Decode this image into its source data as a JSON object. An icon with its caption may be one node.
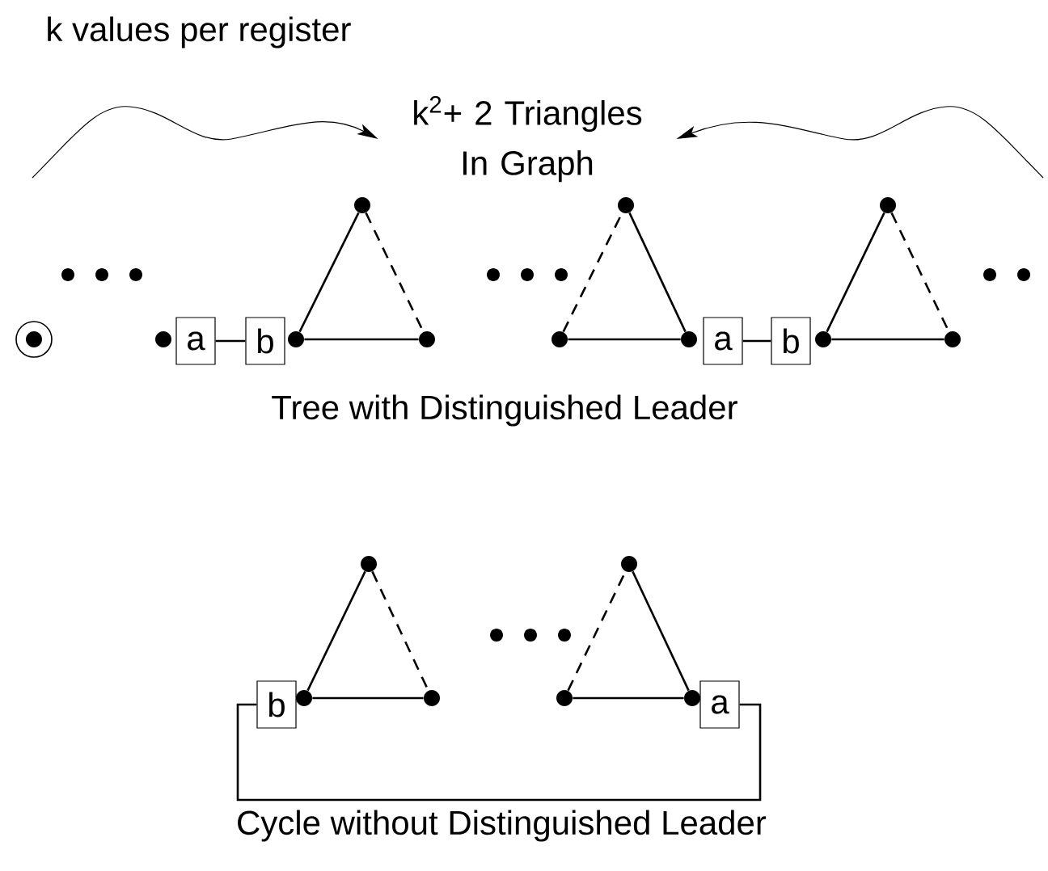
{
  "diagram": {
    "nodes": [
      {
        "text": [
          "k$^{2}$+ 2 Triangles In Graph"
        ]
      },
      {
        "text": [],
        "shape": "circle"
      },
      {
        "text": [],
        "shape": "circle"
      },
      {
        "text": [
          "a"
        ]
      },
      {
        "text": [
          "b"
        ]
      },
      {
        "text": [],
        "shape": "circle"
      },
      {
        "text": [],
        "shape": "circle"
      },
      {
        "text": [],
        "shape": "circle"
      },
      {
        "text": [],
        "shape": "circle"
      },
      {
        "text": [],
        "shape": "circle"
      },
      {
        "text": [],
        "shape": "circle"
      },
      {
        "text": [
          "a"
        ]
      },
      {
        "text": [
          "b"
        ]
      },
      {
        "text": [],
        "shape": "circle"
      },
      {
        "text": [],
        "shape": "circle"
      },
      {
        "text": [],
        "shape": "circle"
      },
      {
        "text": [
          "b"
        ]
      },
      {
        "text": [],
        "shape": "circle"
      },
      {
        "text": [],
        "shape": "circle"
      },
      {
        "text": [],
        "shape": "circle"
      },
      {
        "text": [],
        "shape": "circle"
      },
      {
        "text": [],
        "shape": "circle"
      },
      {
        "text": [],
        "shape": "circle"
      },
      {
        "text": [
          "a"
        ]
      }
    ],
    "edges": [
      {
        "from": null,
        "to": 0,
        "arrow": "to"
      },
      {
        "from": null,
        "to": 0,
        "arrow": "to"
      },
      {
        "from": 3,
        "to": 4,
        "arrow": "none"
      },
      {
        "from": 6,
        "to": 5,
        "arrow": "none"
      },
      {
        "from": 5,
        "to": 7,
        "arrow": "none",
        "style": "dashed"
      },
      {
        "from": 6,
        "to": 7,
        "arrow": "none"
      },
      {
        "from": 9,
        "to": 8,
        "arrow": "none",
        "style": "dashed"
      },
      {
        "from": 8,
        "to": 10,
        "arrow": "none"
      },
      {
        "from": 9,
        "to": 10,
        "arrow": "none"
      },
      {
        "from": 11,
        "to": 12,
        "arrow": "none"
      },
      {
        "from": 14,
        "to": 13,
        "arrow": "none"
      },
      {
        "from": 13,
        "to": 15,
        "arrow": "none",
        "style": "dashed"
      },
      {
        "from": 14,
        "to": 15,
        "arrow": "none"
      },
      {
        "from": 18,
        "to": 17,
        "arrow": "none"
      },
      {
        "from": 17,
        "to": 19,
        "arrow": "none",
        "style": "dashed"
      },
      {
        "from": 18,
        "to": 19,
        "arrow": "none"
      },
      {
        "from": 21,
        "to": 20,
        "arrow": "none",
        "style": "dashed"
      },
      {
        "from": 20,
        "to": 22,
        "arrow": "none"
      },
      {
        "from": 21,
        "to": 22,
        "arrow": "none"
      },
      {
        "from": 16,
        "to": 23,
        "arrow": "none"
      }
    ],
    "labels": [
      "k values per register",
      "Tree with Distinguished Leader",
      "Cycle without Distinguished Leader"
    ]
  }
}
